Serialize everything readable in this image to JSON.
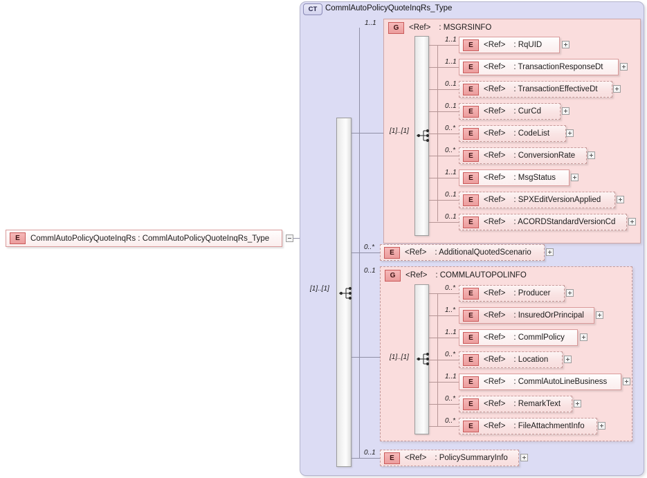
{
  "diagram": {
    "type": "xsd-schema-diagram",
    "root_element": {
      "kind": "E",
      "kind_label": "E",
      "name": "CommlAutoPolicyQuoteInqRs",
      "separator": ":",
      "type": "CommlAutoPolicyQuoteInqRs_Type",
      "full_label": "CommlAutoPolicyQuoteInqRs : CommlAutoPolicyQuoteInqRs_Type",
      "toggle": "minus"
    },
    "complex_type": {
      "kind_label": "CT",
      "title": "CommlAutoPolicyQuoteInqRs_Type",
      "sequence_cardinality": "[1]..[1]"
    },
    "groups": [
      {
        "id": "msgrsinfo",
        "kind_label": "G",
        "ref_label": "<Ref>",
        "separator": ":",
        "name": "MSGRSINFO",
        "cardinality": "1..1",
        "required": true,
        "sequence_cardinality": "[1]..[1]",
        "children": [
          {
            "kind_label": "E",
            "ref_label": "<Ref>",
            "separator": ":",
            "name": "RqUID",
            "cardinality": "1..1",
            "required": true
          },
          {
            "kind_label": "E",
            "ref_label": "<Ref>",
            "separator": ":",
            "name": "TransactionResponseDt",
            "cardinality": "1..1",
            "required": true
          },
          {
            "kind_label": "E",
            "ref_label": "<Ref>",
            "separator": ":",
            "name": "TransactionEffectiveDt",
            "cardinality": "0..1",
            "required": false
          },
          {
            "kind_label": "E",
            "ref_label": "<Ref>",
            "separator": ":",
            "name": "CurCd",
            "cardinality": "0..1",
            "required": false
          },
          {
            "kind_label": "E",
            "ref_label": "<Ref>",
            "separator": ":",
            "name": "CodeList",
            "cardinality": "0..*",
            "required": false
          },
          {
            "kind_label": "E",
            "ref_label": "<Ref>",
            "separator": ":",
            "name": "ConversionRate",
            "cardinality": "0..*",
            "required": false
          },
          {
            "kind_label": "E",
            "ref_label": "<Ref>",
            "separator": ":",
            "name": "MsgStatus",
            "cardinality": "1..1",
            "required": true
          },
          {
            "kind_label": "E",
            "ref_label": "<Ref>",
            "separator": ":",
            "name": "SPXEditVersionApplied",
            "cardinality": "0..1",
            "required": false
          },
          {
            "kind_label": "E",
            "ref_label": "<Ref>",
            "separator": ":",
            "name": "ACORDStandardVersionCd",
            "cardinality": "0..1",
            "required": false
          }
        ]
      },
      {
        "id": "commlautopolinfo",
        "kind_label": "G",
        "ref_label": "<Ref>",
        "separator": ":",
        "name": "COMMLAUTOPOLINFO",
        "cardinality": "0..1",
        "required": false,
        "sequence_cardinality": "[1]..[1]",
        "children": [
          {
            "kind_label": "E",
            "ref_label": "<Ref>",
            "separator": ":",
            "name": "Producer",
            "cardinality": "0..*",
            "required": false
          },
          {
            "kind_label": "E",
            "ref_label": "<Ref>",
            "separator": ":",
            "name": "InsuredOrPrincipal",
            "cardinality": "1..*",
            "required": true
          },
          {
            "kind_label": "E",
            "ref_label": "<Ref>",
            "separator": ":",
            "name": "CommlPolicy",
            "cardinality": "1..1",
            "required": true
          },
          {
            "kind_label": "E",
            "ref_label": "<Ref>",
            "separator": ":",
            "name": "Location",
            "cardinality": "0..*",
            "required": false
          },
          {
            "kind_label": "E",
            "ref_label": "<Ref>",
            "separator": ":",
            "name": "CommlAutoLineBusiness",
            "cardinality": "1..1",
            "required": true
          },
          {
            "kind_label": "E",
            "ref_label": "<Ref>",
            "separator": ":",
            "name": "RemarkText",
            "cardinality": "0..*",
            "required": false
          },
          {
            "kind_label": "E",
            "ref_label": "<Ref>",
            "separator": ":",
            "name": "FileAttachmentInfo",
            "cardinality": "0..*",
            "required": false
          }
        ]
      }
    ],
    "top_level_elements": [
      {
        "id": "additionalquotedscenario",
        "kind_label": "E",
        "ref_label": "<Ref>",
        "separator": ":",
        "name": "AdditionalQuotedScenario",
        "cardinality": "0..*",
        "required": false
      },
      {
        "id": "policysummaryinfo",
        "kind_label": "E",
        "ref_label": "<Ref>",
        "separator": ":",
        "name": "PolicySummaryInfo",
        "cardinality": "0..1",
        "required": false
      }
    ],
    "colors": {
      "element_fill": "#f7dddd",
      "element_border": "#d99a9a",
      "group_fill": "#fadddd",
      "container_fill": "#dcdcf4",
      "badge_fill": "#eb9c9c",
      "badge_border": "#c95a5a",
      "connector": "#8f8fa6"
    }
  }
}
